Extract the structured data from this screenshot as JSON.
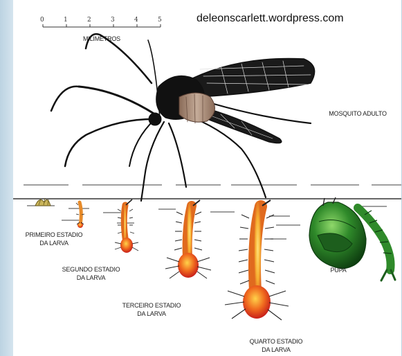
{
  "watermark": "deleonscarlett.wordpress.com",
  "scale": {
    "ticks": [
      "0",
      "1",
      "2",
      "3",
      "4",
      "5"
    ],
    "unit_label": "MILIMETROS"
  },
  "labels": {
    "adult": "MOSQUITO ADULTO",
    "stage1_a": "PRIMEIRO ESTADIO",
    "stage1_b": "DA LARVA",
    "stage2_a": "SEGUNDO ESTADIO",
    "stage2_b": "DA LARVA",
    "stage3_a": "TERCEIRO ESTADIO",
    "stage3_b": "DA LARVA",
    "stage4_a": "QUARTO ESTADIO",
    "stage4_b": "DA LARVA",
    "pupa": "PUPA"
  },
  "colors": {
    "body": "#111111",
    "abdomen": "#b09683",
    "larva_fill": "#f7b032",
    "larva_head": "#e4411f",
    "pupa_green": "#2f8a2a",
    "pupa_dark": "#0e3e10",
    "water_line": "#555555"
  }
}
